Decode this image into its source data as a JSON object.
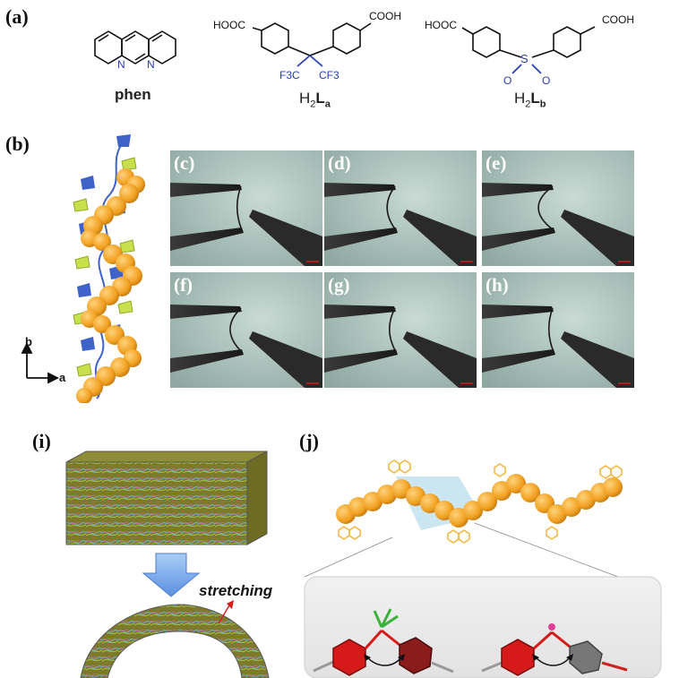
{
  "panel_labels": {
    "a": "(a)",
    "b": "(b)",
    "i": "(i)",
    "j": "(j)"
  },
  "molecules": {
    "phen": {
      "name": "phen",
      "n1": "N",
      "n2": "N"
    },
    "H2La": {
      "name_prefix": "H",
      "name_sub1": "2",
      "name_L": "L",
      "name_sub2": "a",
      "left_group": "HOOC",
      "right_group": "COOH",
      "cf3_left": "F3C",
      "cf3_right": "CF3"
    },
    "H2Lb": {
      "name_prefix": "H",
      "name_sub1": "2",
      "name_L": "L",
      "name_sub2": "b",
      "left_group": "HOOC",
      "right_group": "COOH",
      "s": "S",
      "o1": "O",
      "o2": "O"
    }
  },
  "axes_b": {
    "vertical": "b",
    "horizontal": "a"
  },
  "micrographs": [
    {
      "label": "(c)",
      "bend": 0.0
    },
    {
      "label": "(d)",
      "bend": 0.35
    },
    {
      "label": "(e)",
      "bend": 0.9
    },
    {
      "label": "(f)",
      "bend": 0.6
    },
    {
      "label": "(g)",
      "bend": 0.15
    },
    {
      "label": "(h)",
      "bend": 0.0
    }
  ],
  "stretching_label": "stretching",
  "colors": {
    "orange": "#f2a122",
    "blue": "#3f62c9",
    "lime": "#c8e04c",
    "olive": "#8a8a2a",
    "arrow": "#8fb7ee",
    "red": "#d61a1a"
  }
}
